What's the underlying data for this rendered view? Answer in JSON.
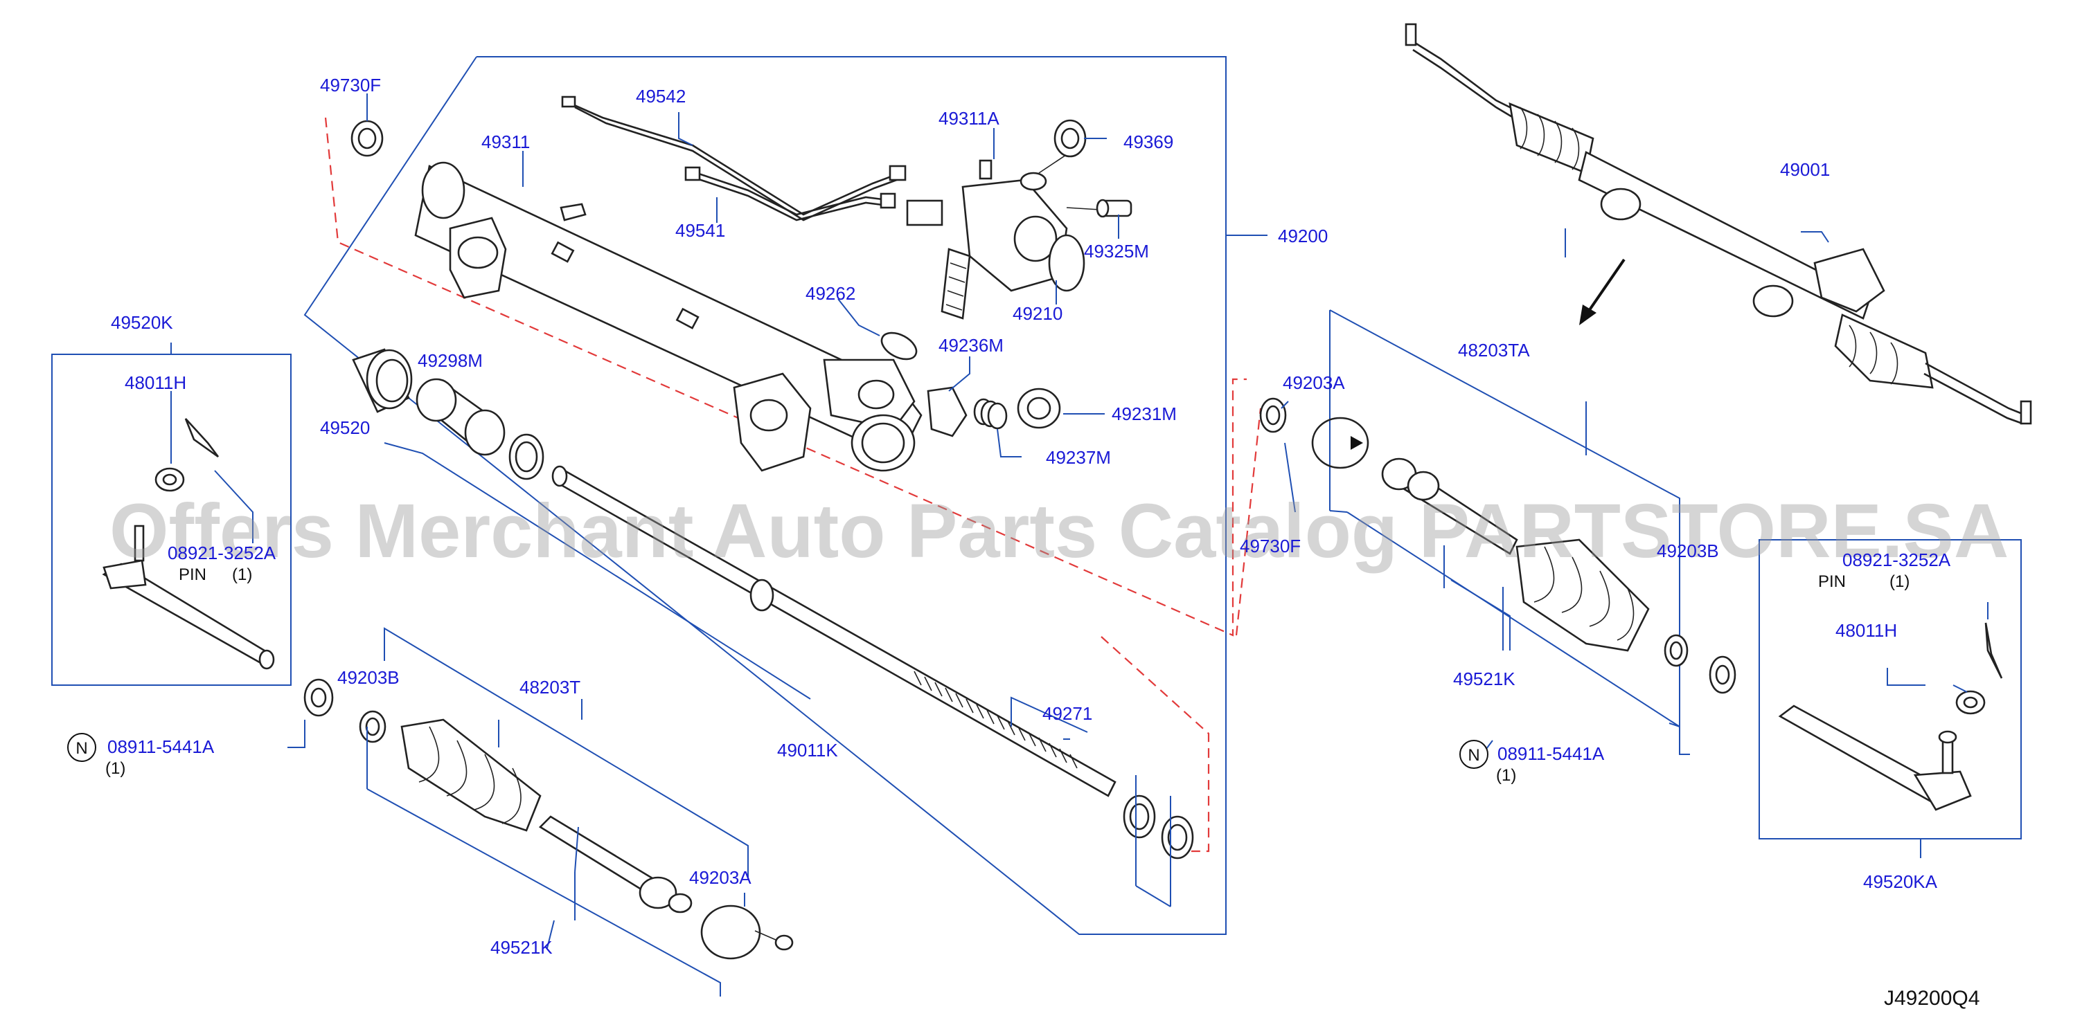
{
  "diagram": {
    "reference_code": "J49200Q4",
    "watermark": "Offers Merchant Auto Parts Catalog PARTSTORE.SA",
    "labels": {
      "p49730F": "49730F",
      "p49542": "49542",
      "p49311A": "49311A",
      "p49369": "49369",
      "p49311": "49311",
      "p49541": "49541",
      "p49325M": "49325M",
      "p49200": "49200",
      "p49262": "49262",
      "p49210": "49210",
      "p49236M": "49236M",
      "p49298M": "49298M",
      "p49231M": "49231M",
      "p49520": "49520",
      "p49237M": "49237M",
      "p49520K": "49520K",
      "p48011H_left": "48011H",
      "p08921_left": "08921-3252A",
      "pin_left": "PIN",
      "qty_pin_left": "(1)",
      "p49203B_left": "49203B",
      "p48203T": "48203T",
      "p49011K": "49011K",
      "p49271": "49271",
      "p08911_left": "08911-5441A",
      "qty_08911_left": "(1)",
      "n_symbol_left": "N",
      "p49203A_left": "49203A",
      "p49521K_left": "49521K",
      "p49001": "49001",
      "p48203TA": "48203TA",
      "p49203A_right": "49203A",
      "p49730F_right": "49730F",
      "p49203B_right": "49203B",
      "p49521K_right": "49521K",
      "p08911_right": "08911-5441A",
      "qty_08911_right": "(1)",
      "n_symbol_right": "N",
      "p08921_right": "08921-3252A",
      "pin_right": "PIN",
      "qty_pin_right": "(1)",
      "p48011H_right": "48011H",
      "p49520KA": "49520KA"
    },
    "colors": {
      "label_blue": "#1a1ad6",
      "leader_blue": "#1f4fb3",
      "dashed_red": "#e23a3a",
      "part_outline": "#222222"
    }
  }
}
